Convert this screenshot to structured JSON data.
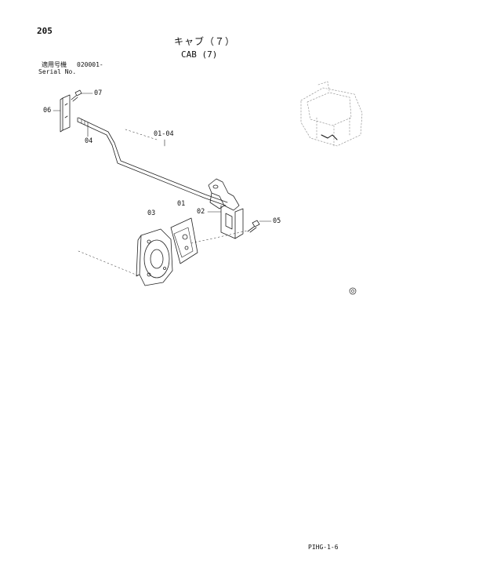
{
  "page_number": "205",
  "title_jp": "キャブ（７）",
  "title_en": "CAB (7)",
  "serial": {
    "label_jp": "適用号機",
    "value": "020001-",
    "label_en": "Serial No."
  },
  "callouts": {
    "c07": "07",
    "c06": "06",
    "c04": "04",
    "c0104": "01-04",
    "c01": "01",
    "c02": "02",
    "c03": "03",
    "c05": "05"
  },
  "footer_code": "PIHG-1-6"
}
